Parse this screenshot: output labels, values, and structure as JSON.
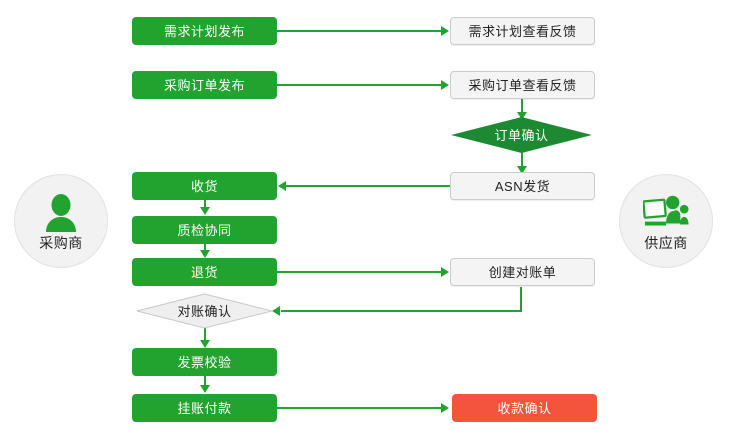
{
  "diagram": {
    "title_present": false,
    "colors": {
      "green": "#22a32f",
      "orange": "#f4533c",
      "gray_fill": "#f4f4f4",
      "gray_border": "#cccccc",
      "actor_fill": "#f2f2f2",
      "text_light": "#ffffff",
      "text_dark": "#222222"
    },
    "actors": [
      {
        "id": "buyer",
        "label": "采购商",
        "icon": "person-icon",
        "side": "left"
      },
      {
        "id": "supplier",
        "label": "供应商",
        "icon": "person-at-computer-icon",
        "side": "right"
      }
    ],
    "nodes": [
      {
        "id": "demand-plan-publish",
        "label": "需求计划发布",
        "shape": "rect",
        "style": "green"
      },
      {
        "id": "demand-plan-review",
        "label": "需求计划查看反馈",
        "shape": "rect",
        "style": "gray"
      },
      {
        "id": "po-publish",
        "label": "采购订单发布",
        "shape": "rect",
        "style": "green"
      },
      {
        "id": "po-review",
        "label": "采购订单查看反馈",
        "shape": "rect",
        "style": "gray"
      },
      {
        "id": "order-confirm",
        "label": "订单确认",
        "shape": "diamond",
        "style": "green"
      },
      {
        "id": "asn-shipment",
        "label": "ASN发货",
        "shape": "rect",
        "style": "gray"
      },
      {
        "id": "goods-receipt",
        "label": "收货",
        "shape": "rect",
        "style": "green"
      },
      {
        "id": "quality-collab",
        "label": "质检协同",
        "shape": "rect",
        "style": "green"
      },
      {
        "id": "return-goods",
        "label": "退货",
        "shape": "rect",
        "style": "green"
      },
      {
        "id": "create-statement",
        "label": "创建对账单",
        "shape": "rect",
        "style": "gray"
      },
      {
        "id": "statement-confirm",
        "label": "对账确认",
        "shape": "diamond",
        "style": "gray"
      },
      {
        "id": "invoice-verify",
        "label": "发票校验",
        "shape": "rect",
        "style": "green"
      },
      {
        "id": "payable-payment",
        "label": "挂账付款",
        "shape": "rect",
        "style": "green"
      },
      {
        "id": "receipt-confirm",
        "label": "收款确认",
        "shape": "rect",
        "style": "orange"
      }
    ],
    "edges": [
      {
        "from": "demand-plan-publish",
        "to": "demand-plan-review"
      },
      {
        "from": "po-publish",
        "to": "po-review"
      },
      {
        "from": "po-review",
        "to": "order-confirm"
      },
      {
        "from": "order-confirm",
        "to": "asn-shipment"
      },
      {
        "from": "asn-shipment",
        "to": "goods-receipt"
      },
      {
        "from": "goods-receipt",
        "to": "quality-collab"
      },
      {
        "from": "quality-collab",
        "to": "return-goods"
      },
      {
        "from": "return-goods",
        "to": "create-statement"
      },
      {
        "from": "create-statement",
        "to": "statement-confirm"
      },
      {
        "from": "statement-confirm",
        "to": "invoice-verify"
      },
      {
        "from": "invoice-verify",
        "to": "payable-payment"
      },
      {
        "from": "payable-payment",
        "to": "receipt-confirm"
      }
    ]
  }
}
